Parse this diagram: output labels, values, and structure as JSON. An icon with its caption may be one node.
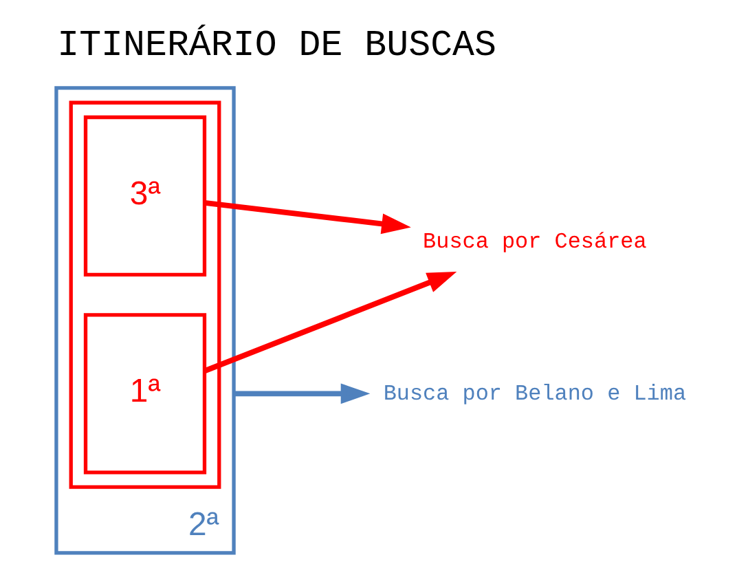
{
  "diagram": {
    "title": "ITINERÁRIO DE BUSCAS",
    "nodes": [
      {
        "text": [
          "2ª"
        ]
      },
      {
        "text": [],
        "shape": "box",
        "in": 0
      },
      {
        "text": [
          "1ª"
        ],
        "in": 1
      },
      {
        "text": [
          "3ª"
        ],
        "in": 1
      },
      {
        "text": [
          "Busca por Cesárea"
        ]
      },
      {
        "text": [
          "Busca por Belano e Lima"
        ]
      }
    ],
    "edges": [
      {
        "from": 2,
        "to": 4,
        "arrow": "to",
        "color": "#ff0000"
      },
      {
        "from": 3,
        "to": 4,
        "arrow": "to",
        "color": "#ff0000"
      },
      {
        "from": 0,
        "to": 5,
        "arrow": "to",
        "color": "#4f81bd"
      }
    ]
  }
}
